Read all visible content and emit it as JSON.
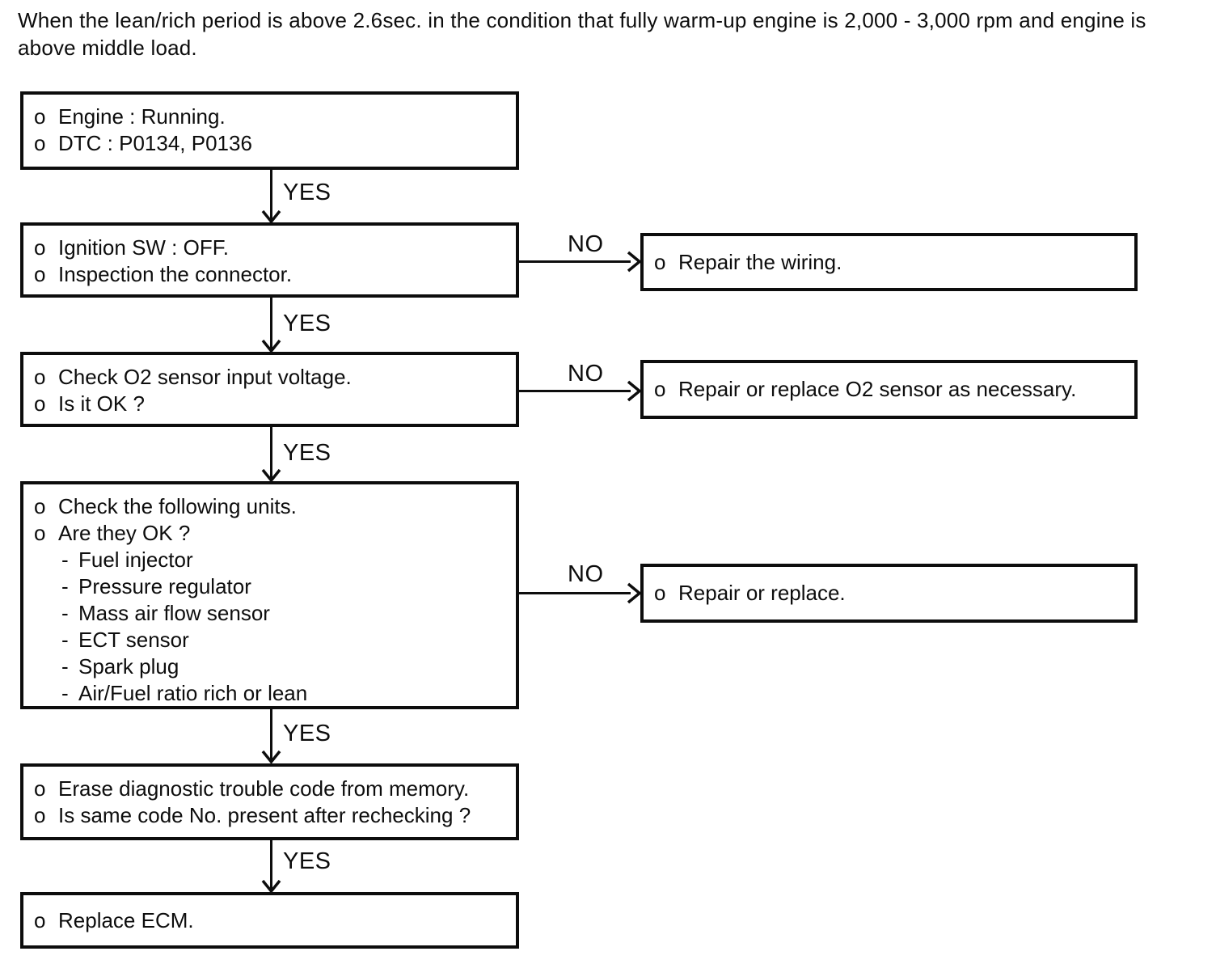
{
  "header": {
    "text": "When the lean/rich period is above 2.6sec. in the condition that fully warm-up engine is 2,000 - 3,000 rpm and engine is above middle load."
  },
  "flow": {
    "yes_label": "YES",
    "no_label": "NO",
    "bullet_char": "o",
    "dash_char": "-",
    "steps": [
      {
        "lines": [
          "Engine : Running.",
          "DTC : P0134, P0136"
        ]
      },
      {
        "lines": [
          "Ignition SW : OFF.",
          "Inspection the connector."
        ]
      },
      {
        "lines": [
          "Check O2 sensor input voltage.",
          "Is it OK ?"
        ]
      },
      {
        "lines": [
          "Check the following units.",
          "Are they OK ?"
        ],
        "checklist": [
          "Fuel injector",
          "Pressure regulator",
          "Mass air flow sensor",
          "ECT sensor",
          "Spark plug",
          "Air/Fuel ratio rich or lean"
        ]
      },
      {
        "lines": [
          "Erase diagnostic trouble code from memory.",
          "Is same code No. present after rechecking ?"
        ]
      },
      {
        "lines": [
          "Replace ECM."
        ]
      }
    ],
    "actions": [
      "Repair the wiring.",
      "Repair or replace O2 sensor as necessary.",
      "Repair or replace."
    ]
  },
  "colors": {
    "ink": "#0d0d0d",
    "paper": "#ffffff"
  }
}
